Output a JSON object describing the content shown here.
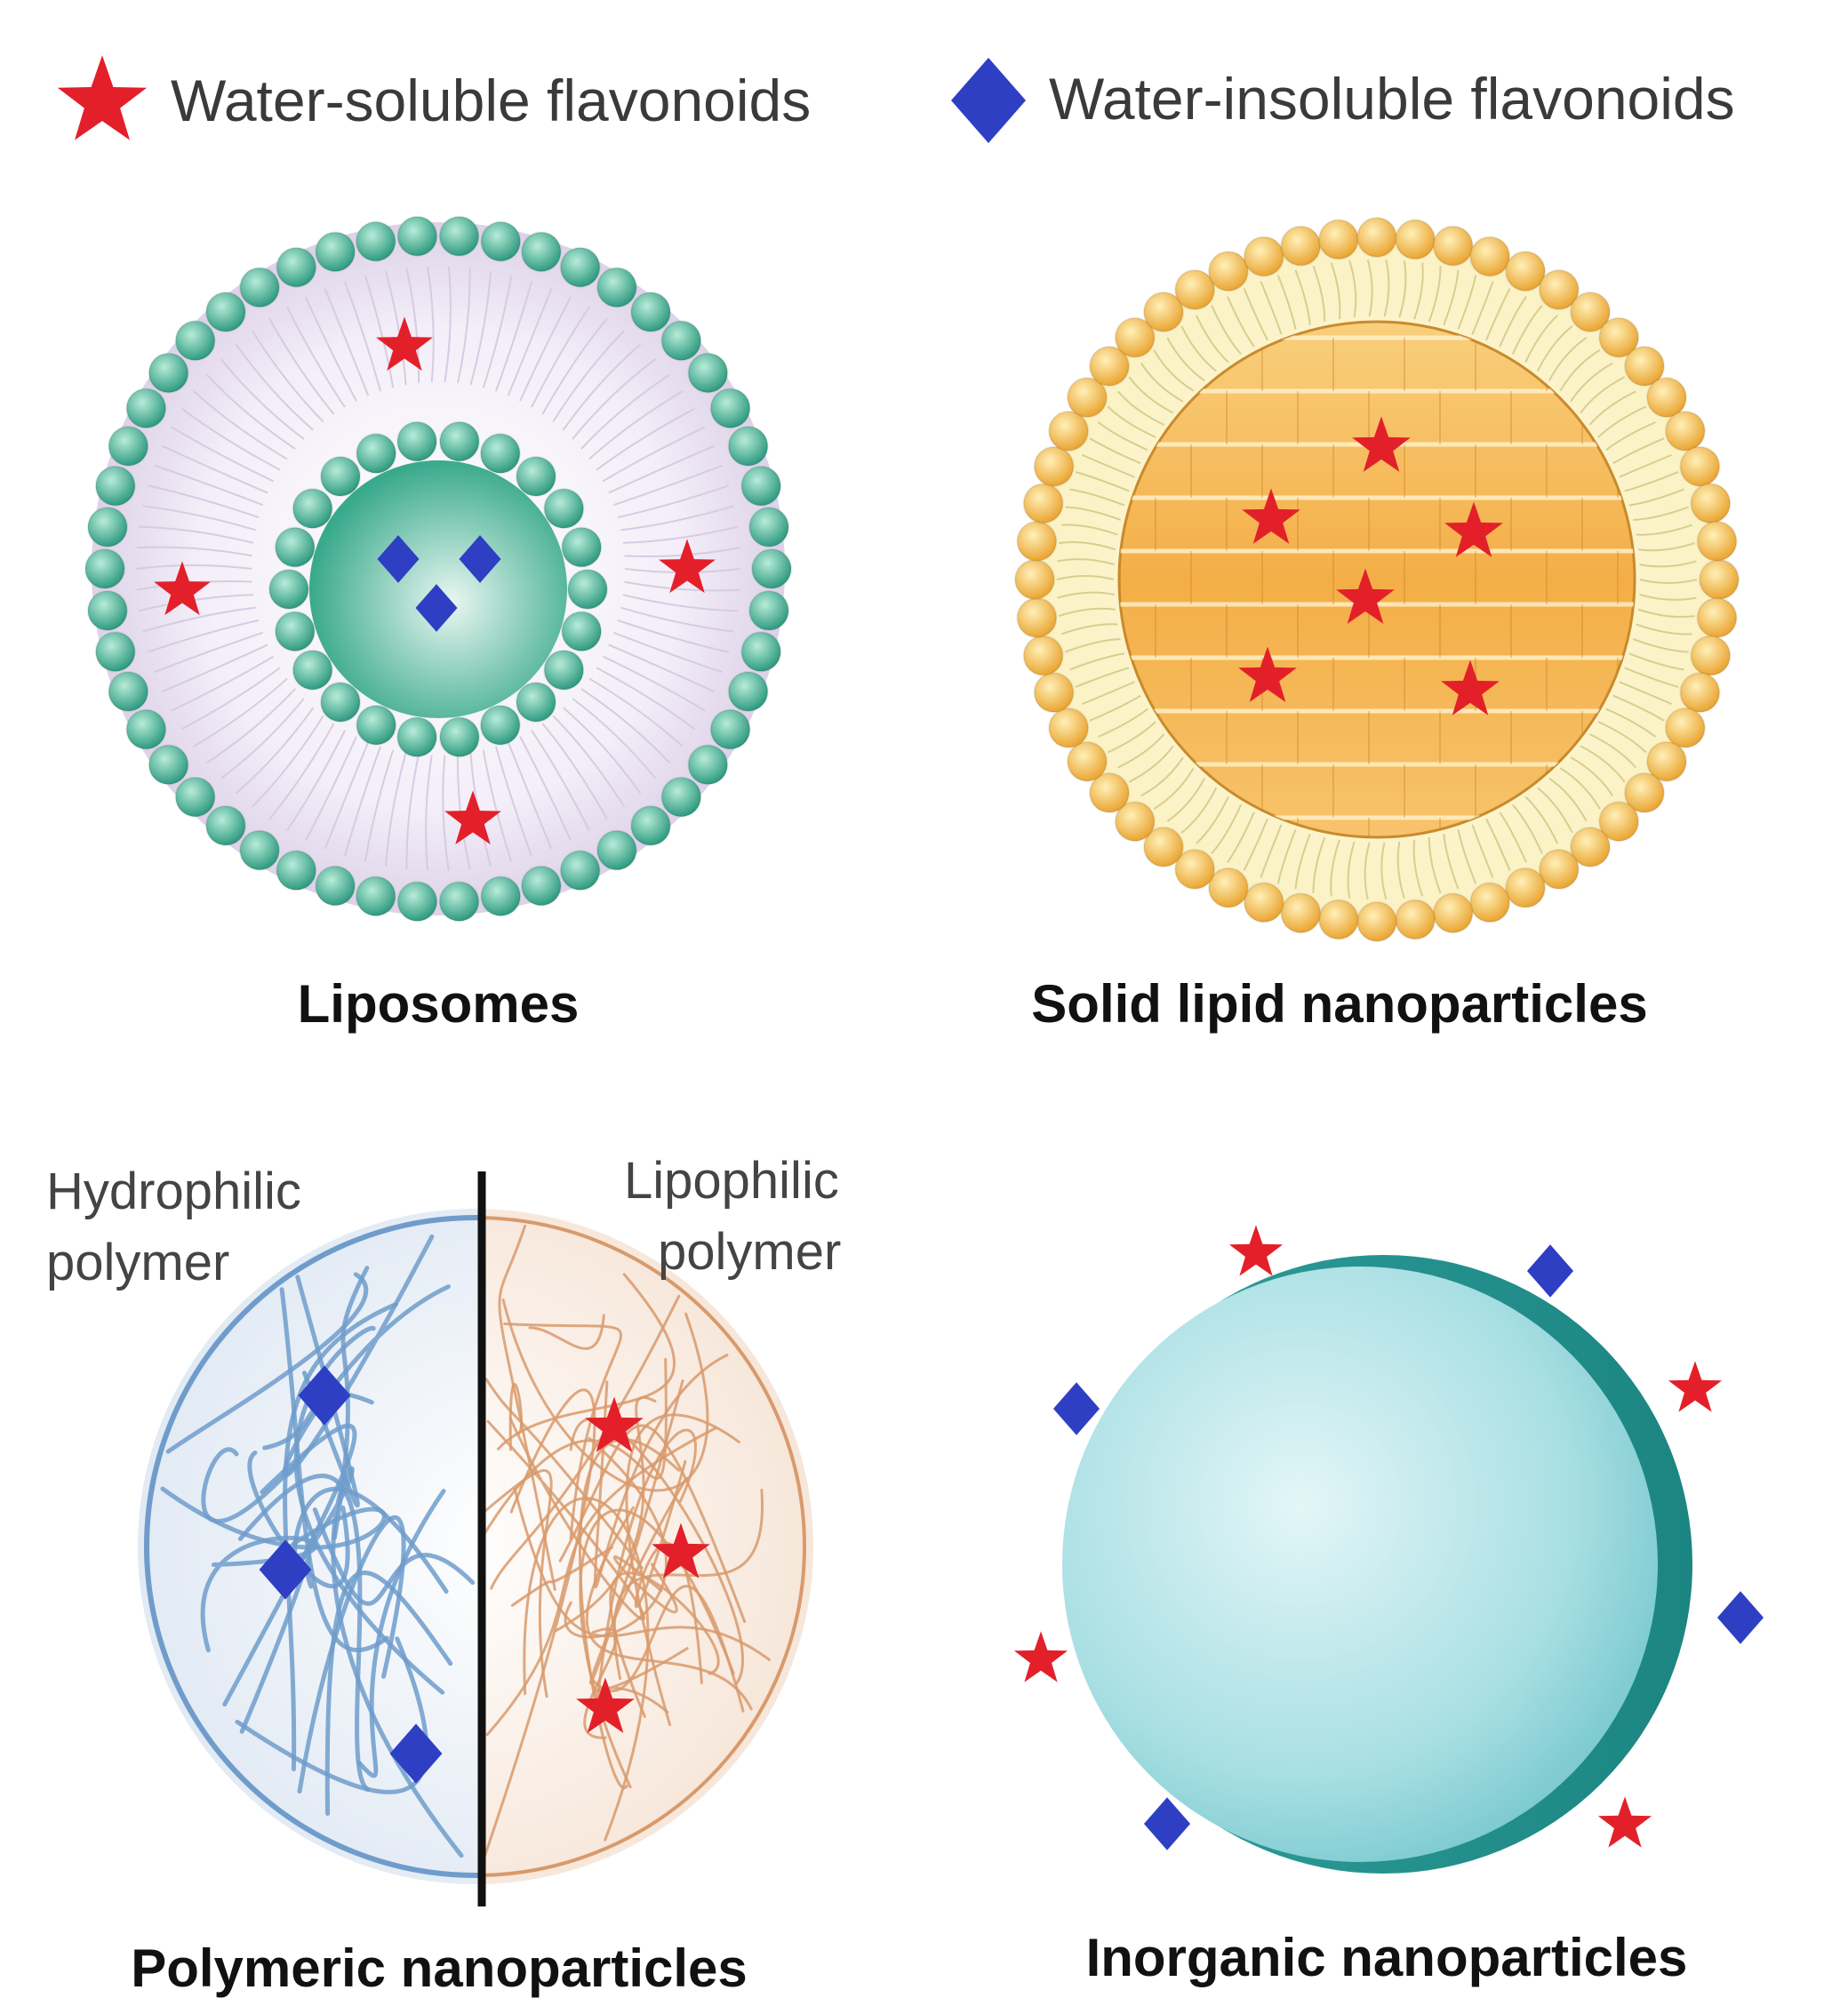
{
  "legend": {
    "water_soluble": {
      "label": "Water-soluble  flavonoids",
      "marker": "star",
      "color": "#e3202a"
    },
    "water_insoluble": {
      "label": "Water-insoluble flavonoids",
      "marker": "diamond",
      "color": "#2e3fc4"
    }
  },
  "panels": {
    "liposomes": {
      "title": "Liposomes",
      "shell_color": "#3fa98f"
    },
    "sln": {
      "title": "Solid lipid nanoparticles",
      "shell_color": "#f0b445",
      "core_color": "#f5b94f"
    },
    "polymeric": {
      "title": "Polymeric nanoparticles",
      "hydrophilic_label_1": "Hydrophilic",
      "hydrophilic_label_2": "polymer",
      "lipophilic_label_1": "Lipophilic",
      "lipophilic_label_2": "polymer",
      "hydrophilic_color": "#6f9ccb",
      "lipophilic_color": "#d89a6c"
    },
    "inorganic": {
      "title": "Inorganic nanoparticles",
      "sphere_color": "#8fd3d7"
    }
  }
}
